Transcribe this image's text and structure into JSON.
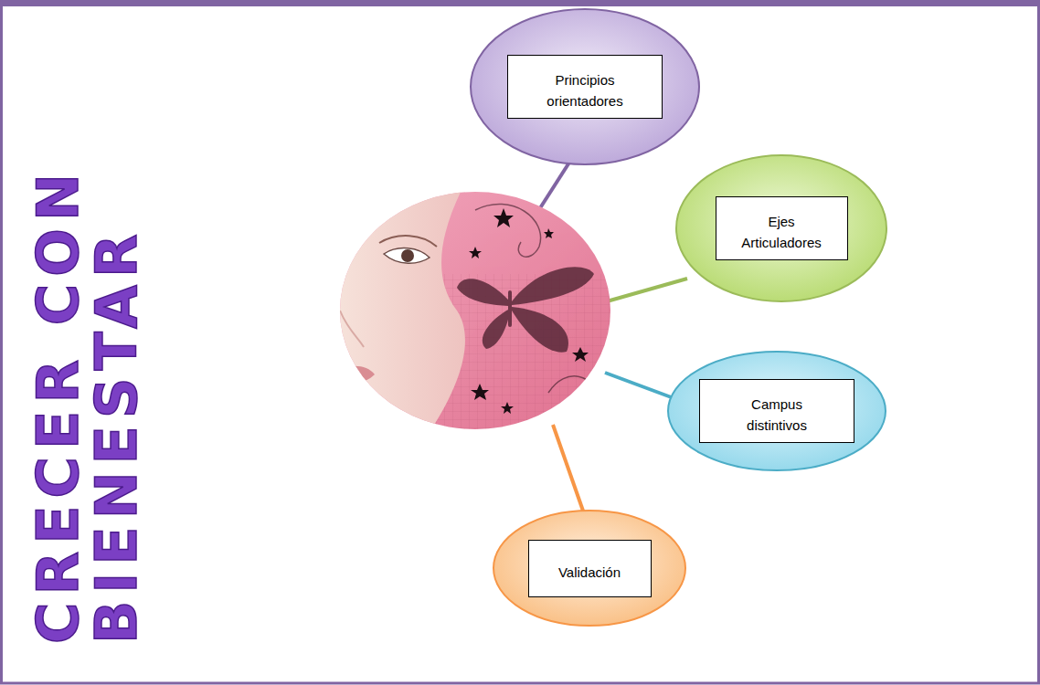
{
  "diagram": {
    "title": "CRECER CON BIENESTAR",
    "nodes": [
      {
        "text": [
          "Principios orientadores"
        ]
      },
      {
        "text": [
          "Ejes Articuladores"
        ]
      },
      {
        "text": [
          "Campus distintivos"
        ]
      },
      {
        "text": [
          "Validación"
        ]
      }
    ]
  }
}
